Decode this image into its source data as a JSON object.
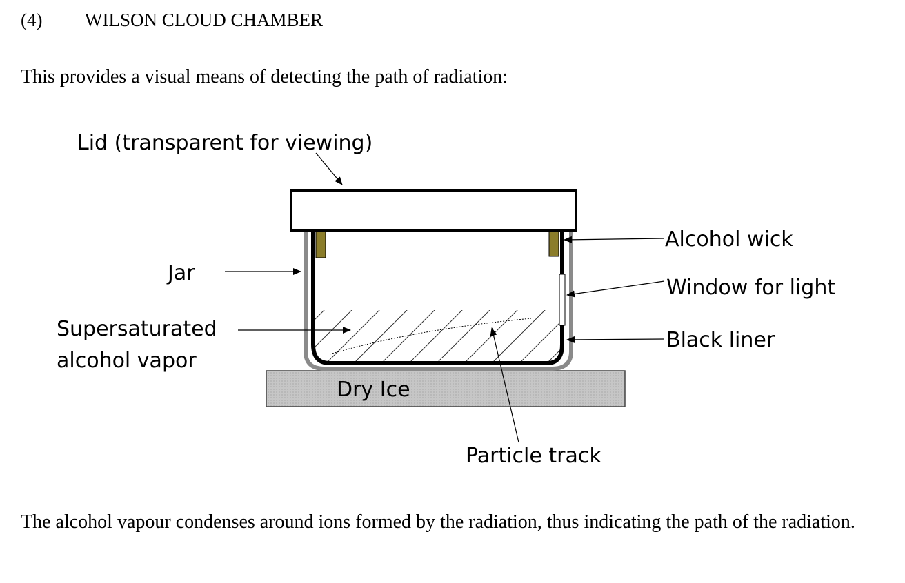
{
  "section": {
    "number": "(4)",
    "title": "WILSON CLOUD CHAMBER"
  },
  "intro_text": "This provides a visual means of detecting the path of radiation:",
  "diagram": {
    "labels": {
      "lid": "Lid (transparent for viewing)",
      "jar": "Jar",
      "vapor_line1": "Supersaturated",
      "vapor_line2": "alcohol vapor",
      "dry_ice": "Dry Ice",
      "alcohol_wick": "Alcohol wick",
      "window": "Window for light",
      "black_liner": "Black liner",
      "particle_track": "Particle track"
    },
    "colors": {
      "jar_wall": "#8a8a8a",
      "liner": "#000000",
      "wick": "#8b7d2a",
      "dry_ice": "#c4c4c4",
      "lid": "#ffffff"
    }
  },
  "closing_text": "The alcohol vapour condenses around ions formed by the radiation, thus indicating the path of the radiation."
}
